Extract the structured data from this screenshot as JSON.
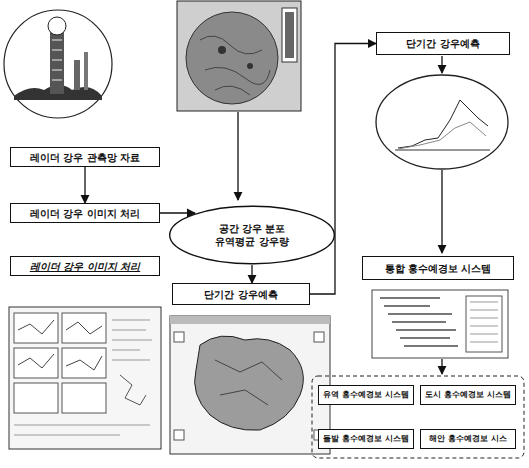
{
  "diagram": {
    "nodes": [
      {
        "text": [
          "레이더 강우 관측망 자료"
        ]
      },
      {
        "text": [
          "레이더 강우 이미지 처리"
        ]
      },
      {
        "text": [
          "레이더 강우 이미지 처리"
        ]
      },
      {
        "text": [
          "공간 강우 분포",
          "유역평균 강우량"
        ]
      },
      {
        "text": [
          "단기간 강우예측"
        ]
      },
      {
        "text": [
          "통합 홍수예경보 시스템"
        ]
      },
      {
        "text": [
          "단기간 강우예측"
        ]
      },
      {
        "text": [
          "유역 홍수예경보 시스템"
        ]
      },
      {
        "text": [
          "도시 홍수예경보 시스템"
        ]
      },
      {
        "text": [
          "돌발 홍수예경보 시스템"
        ]
      },
      {
        "text": [
          "해안 홍수예경보 시스"
        ]
      }
    ],
    "edges": [
      {
        "from": 0,
        "to": 1,
        "arrow": "to"
      },
      {
        "from": 1,
        "to": 3,
        "arrow": "to"
      },
      {
        "from": 3,
        "to": 6,
        "arrow": "to"
      },
      {
        "from": 6,
        "to": 4,
        "arrow": "to"
      }
    ]
  }
}
